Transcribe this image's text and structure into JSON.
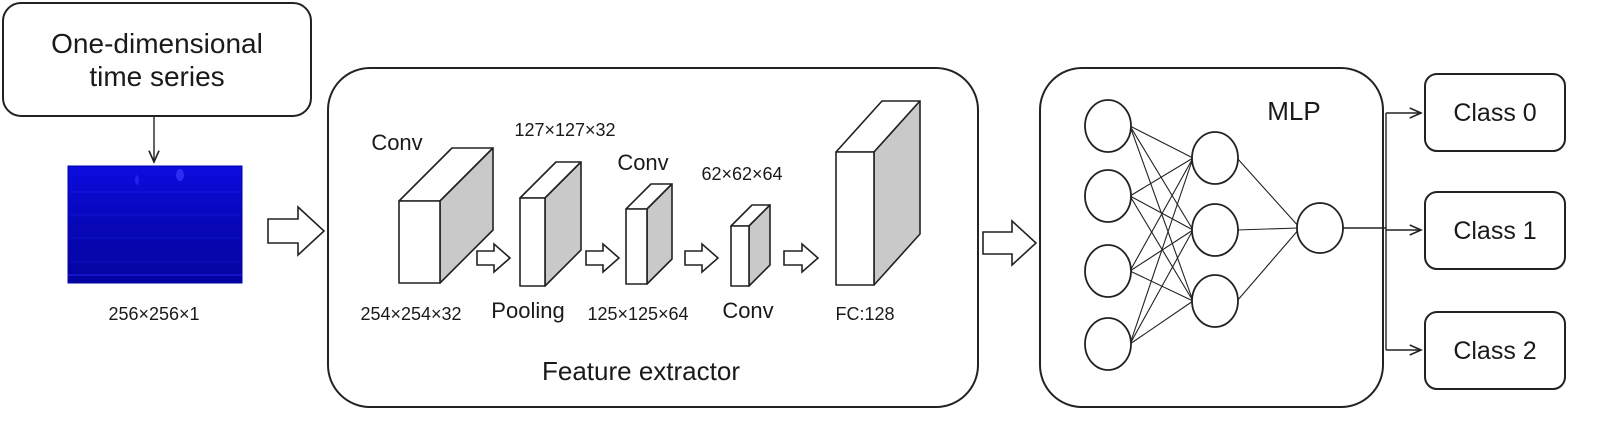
{
  "input": {
    "label_line1": "One-dimensional",
    "label_line2": "time series",
    "image_size": "256×256×1",
    "image_color": "#0a0ad8"
  },
  "feature_extractor": {
    "title": "Feature extractor",
    "conv1_label": "Conv",
    "conv1_size": "254×254×32",
    "pool_label": "Pooling",
    "pool_size": "127×127×32",
    "conv2_label": "Conv",
    "conv2_size": "125×125×64",
    "conv3_label": "Conv",
    "conv3_size": "62×62×64",
    "fc_label": "FC:128"
  },
  "mlp": {
    "title": "MLP",
    "layers": [
      4,
      3,
      1
    ]
  },
  "classes": [
    "Class 0",
    "Class 1",
    "Class 2"
  ],
  "colors": {
    "cube_side": "#c9c9c9",
    "stroke": "#222222"
  }
}
